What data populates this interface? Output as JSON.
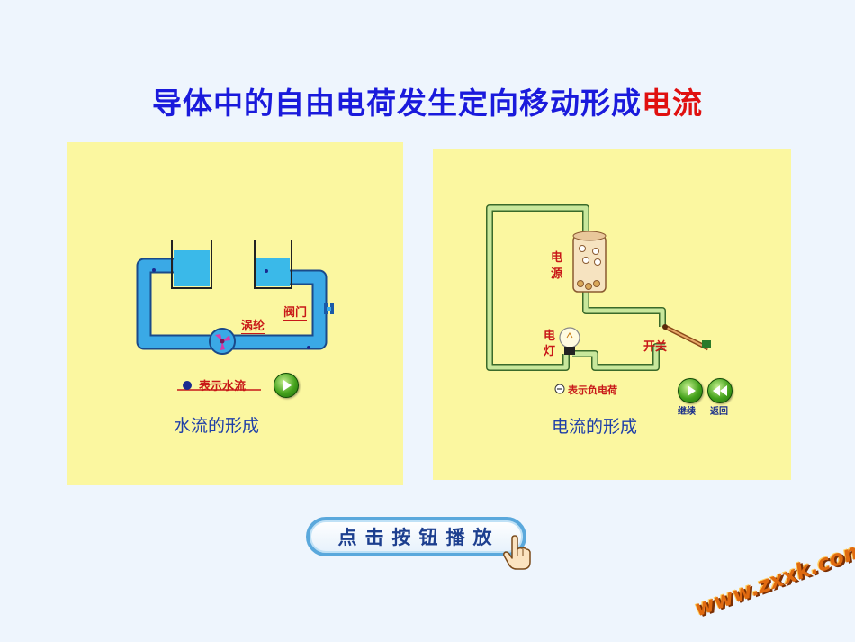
{
  "title": {
    "main": "导体中的自由电荷发生定向移动形成",
    "accent": "电流"
  },
  "water_panel": {
    "turbine_label": "涡轮",
    "valve_label": "阀门",
    "legend_label": "表示水流",
    "caption": "水流的形成"
  },
  "current_panel": {
    "source_label_1": "电",
    "source_label_2": "源",
    "lamp_label_1": "电",
    "lamp_label_2": "灯",
    "switch_label": "开关",
    "legend_label": "表示负电荷",
    "continue_label": "继续",
    "back_label": "返回",
    "caption": "电流的形成"
  },
  "play_button": {
    "label": "点击按钮播放"
  },
  "watermark": {
    "text": "www.zxxk.com"
  },
  "colors": {
    "background": "#eef5fd",
    "panel": "#fbf7a0",
    "title_blue": "#1a1adc",
    "title_red": "#e01010",
    "pipe": "#3aa9e6",
    "wire": "#c8e79b",
    "button_green": "#44a21c"
  }
}
